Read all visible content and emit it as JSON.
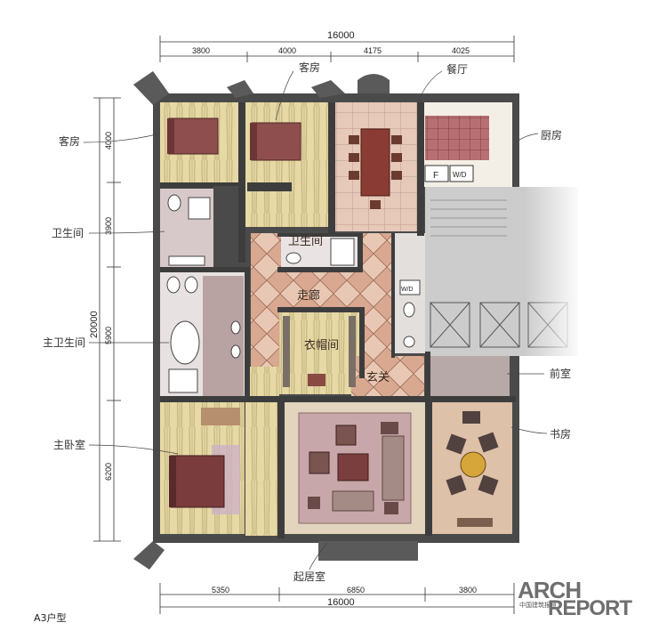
{
  "dimensions": {
    "top_total": "16000",
    "top_segments": [
      "3800",
      "4000",
      "4175",
      "4025"
    ],
    "left_total": "20000",
    "left_segments": [
      "4000",
      "3900",
      "5900",
      "6200"
    ],
    "bottom_segments": [
      "5350",
      "6850",
      "3800"
    ],
    "bottom_total": "16000"
  },
  "rooms": {
    "bedroom_left": "客房",
    "bedroom_top": "客房",
    "dining": "餐厅",
    "kitchen": "厨房",
    "bathroom_left": "卫生间",
    "bathroom_center": "卫生间",
    "master_bathroom": "主卫生间",
    "corridor": "走廊",
    "closet": "衣帽间",
    "entrance": "玄关",
    "foyer": "前室",
    "study": "书房",
    "master_bedroom": "主卧室",
    "living_room": "起居室"
  },
  "fixtures": {
    "fridge": "F",
    "washer": "W/D",
    "washer_2": "W/D"
  },
  "caption": "A3户型",
  "logo": {
    "line1": "ARCH",
    "line2": "REPORT",
    "sub": "中国建筑报道"
  }
}
